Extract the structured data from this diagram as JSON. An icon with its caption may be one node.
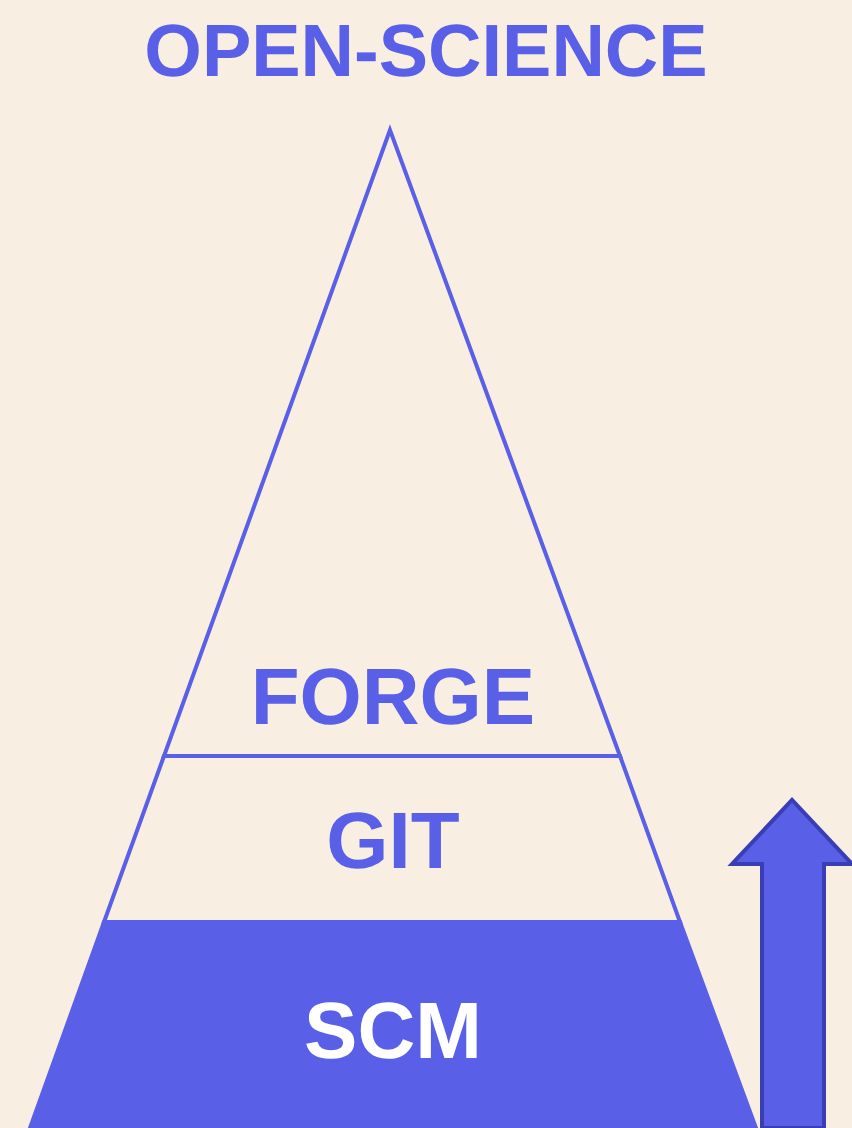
{
  "diagram": {
    "title": "OPEN-SCIENCE",
    "nodes": [
      {
        "text": [
          "FORGE"
        ]
      },
      {
        "text": [
          "GIT"
        ]
      },
      {
        "text": [
          "SCM"
        ]
      }
    ]
  }
}
